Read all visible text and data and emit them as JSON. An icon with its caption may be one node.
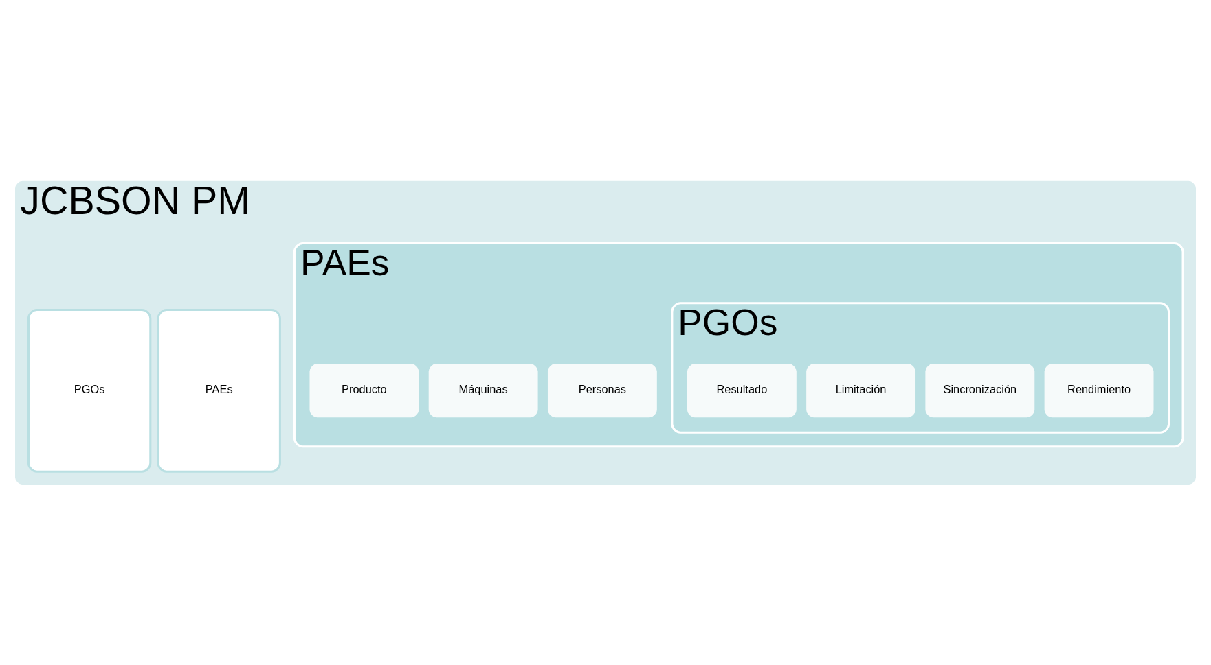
{
  "diagram": {
    "nodes": [
      {
        "text": [
          "JCBSON PM"
        ]
      },
      {
        "text": [
          "PAEs"
        ],
        "in": 0
      },
      {
        "text": [
          "PGOs"
        ],
        "in": 0
      },
      {
        "text": [
          "PAEs"
        ],
        "in": 0
      },
      {
        "text": [
          "Personas"
        ],
        "in": 3
      },
      {
        "text": [
          "Máquinas"
        ],
        "in": 3
      },
      {
        "text": [
          "Producto"
        ],
        "in": 3
      },
      {
        "text": [
          "PGOs"
        ],
        "in": 3
      },
      {
        "text": [
          "Rendimiento"
        ],
        "in": 7
      },
      {
        "text": [
          "Sincronización"
        ],
        "in": 7
      },
      {
        "text": [
          "Limitación"
        ],
        "in": 7
      },
      {
        "text": [
          "Resultado"
        ],
        "in": 7
      }
    ],
    "edges": []
  }
}
